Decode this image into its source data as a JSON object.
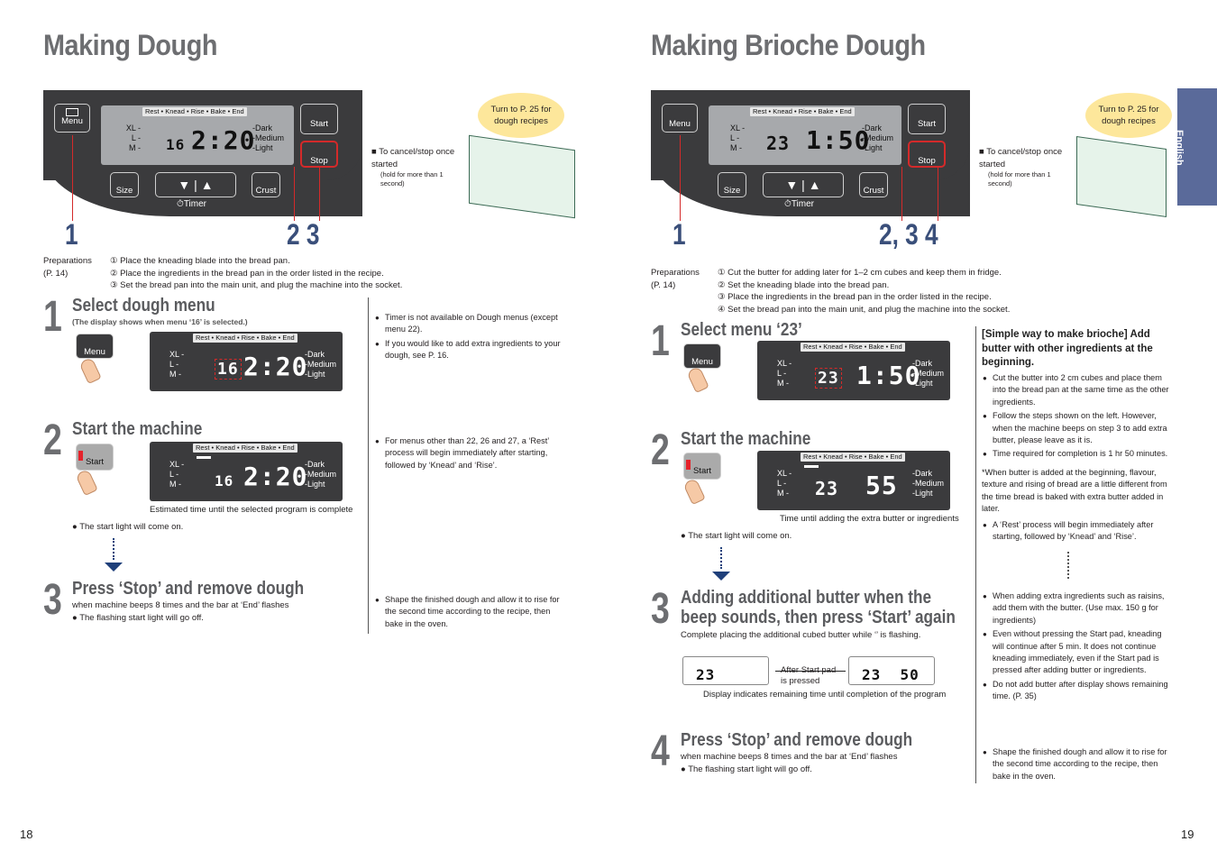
{
  "left": {
    "title": "Making Dough",
    "callouts": [
      "1",
      "2  3"
    ],
    "bubble": "Turn to P. 25 for dough recipes",
    "cancel_note": "To cancel/stop once started",
    "cancel_sub": "(hold for more than 1 second)",
    "panel": {
      "menu": "Menu",
      "start": "Start",
      "stop": "Stop",
      "size": "Size",
      "crust": "Crust",
      "timer": "Timer",
      "tabs": "Rest • Knead • Rise • Bake • End",
      "sizes": [
        "XL -",
        "L -",
        "M -"
      ],
      "crusts": [
        "-Dark",
        "-Medium",
        "-Light"
      ],
      "menu_no": "16",
      "time": "2:20"
    },
    "prep_label": "Preparations",
    "prep_page": "(P. 14)",
    "prep_steps": [
      "① Place the kneading blade into the bread pan.",
      "② Place the ingredients in the bread pan in the order listed in the recipe.",
      "③ Set the bread pan into the main unit, and plug the machine into the socket."
    ],
    "steps": [
      {
        "num": "1",
        "title": "Select dough menu",
        "sub": "(The display shows when menu ‘16’ is selected.)"
      },
      {
        "num": "2",
        "title": "Start the machine",
        "caption": "Estimated time until the selected program is complete",
        "note": "The start light will come on."
      },
      {
        "num": "3",
        "title": "Press ‘Stop’ and remove dough",
        "sub": "when machine beeps 8 times and the bar at ‘End’ flashes",
        "note": "The flashing start light will go off."
      }
    ],
    "notes1": [
      "Timer is not available on Dough menus (except menu 22).",
      "If you would like to add extra ingredients to your dough, see P. 16."
    ],
    "notes2": [
      "For menus other than 22, 26 and 27, a ‘Rest’ process will begin immediately after starting, followed by ‘Knead’ and ‘Rise’."
    ],
    "notes3": [
      "Shape the finished dough and allow it to rise for the second time according to the recipe, then bake in the oven."
    ],
    "page_no": "18"
  },
  "right": {
    "title": "Making Brioche Dough",
    "callouts": [
      "1",
      "2, 3  4"
    ],
    "bubble": "Turn to P. 25 for dough recipes",
    "cancel_note": "To cancel/stop once started",
    "cancel_sub": "(hold for more than 1 second)",
    "side_tab": "English",
    "panel": {
      "menu_no": "23",
      "time": "1:50"
    },
    "prep_label": "Preparations",
    "prep_page": "(P. 14)",
    "prep_steps": [
      "① Cut the butter for adding later for 1–2 cm cubes and keep them in fridge.",
      "② Set the kneading blade into the bread pan.",
      "③ Place the ingredients in the bread pan in the order listed in the recipe.",
      "④ Set the bread pan into the main unit, and plug the machine into the socket."
    ],
    "steps": [
      {
        "num": "1",
        "title": "Select menu ‘23’"
      },
      {
        "num": "2",
        "title": "Start the machine",
        "caption": "Time until adding the extra butter or ingredients",
        "note": "The start light will come on.",
        "time": "55"
      },
      {
        "num": "3",
        "title": "Adding additional butter when the beep sounds, then press ‘Start’ again",
        "sub": "Complete placing the additional cubed butter while ‘’ is flashing.",
        "arrow_label": "After Start pad is pressed",
        "caption": "Display indicates remaining time until completion of the program",
        "mini1": "23",
        "mini2": "23  50"
      },
      {
        "num": "4",
        "title": "Press ‘Stop’ and remove dough",
        "sub": "when machine beeps 8 times and the bar at ‘End’ flashes",
        "note": "The flashing start light will go off."
      }
    ],
    "simple_title": "[Simple way to make brioche] Add butter with other ingredients at the beginning.",
    "simple_notes": [
      "Cut the butter into 2 cm cubes and place them into the bread pan at the same time as the other ingredients.",
      "Follow the steps shown on the left. However, when the machine beeps on step 3 to add extra butter, please leave as it is.",
      "Time required for completion is 1 hr 50 minutes."
    ],
    "simple_star": "*When butter is added at the beginning, flavour, texture and rising of bread are a little different from the time bread is baked with extra butter added in later.",
    "simple_rest": "A ‘Rest’ process will begin immediately after starting, followed by ‘Knead’ and ‘Rise’.",
    "notes3": [
      "When adding extra ingredients such as raisins, add them with the butter. (Use max. 150 g for ingredients)",
      "Even without pressing the Start pad, kneading will continue after 5 min. It does not continue kneading immediately, even if the Start pad is pressed after adding butter or ingredients.",
      "Do not add butter after display shows remaining time. (P. 35)"
    ],
    "notes4": [
      "Shape the finished dough and allow it to rise for the second time according to the recipe, then bake in the oven."
    ],
    "page_no": "19"
  }
}
